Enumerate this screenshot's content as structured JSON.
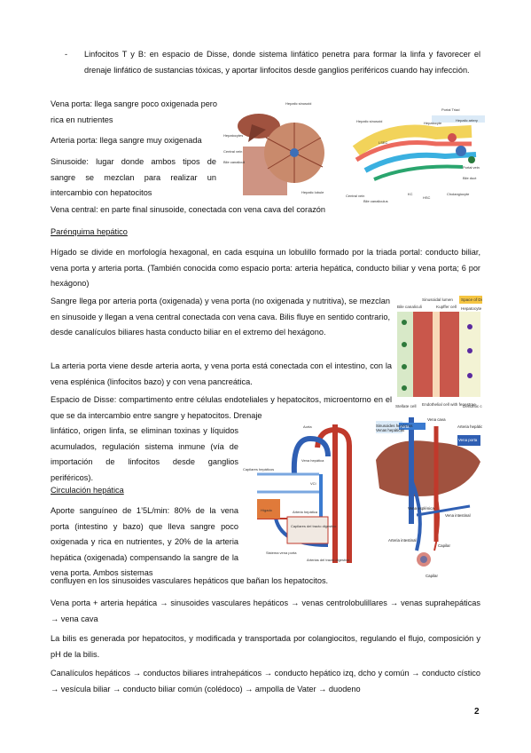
{
  "bullet_marker": "-",
  "bullet_text": "Linfocitos T y B: en espacio de Disse, donde sistema linfático penetra para formar la linfa y favorecer el drenaje linfático de sustancias tóxicas, y aportar linfocitos desde ganglios periféricos cuando hay infección.",
  "vena_porta": "Vena porta: llega sangre poco oxigenada pero rica en nutrientes",
  "arteria_porta": "Arteria porta: llega sangre muy oxigenada",
  "sinusoide": "Sinusoide: lugar donde ambos tipos de sangre se mezclan para realizar un intercambio con hepatocitos",
  "vena_central": "Vena central: en parte final sinusoide, conectada con vena cava del corazón",
  "heading_parenquima": "Parénquima hepático",
  "parenquima_text": "Hígado se divide en morfología hexagonal, en cada esquina un lobulillo formado por la triada portal: conducto biliar, vena porta y arteria porta. (También conocida como espacio porta: arteria hepática, conducto biliar y vena porta; 6 por hexágono)",
  "sangre_text": "Sangre llega por arteria porta (oxigenada) y vena porta (no oxigenada y nutritiva), se mezclan en sinusoide y llegan a vena central conectada con vena cava. Bilis fluye en sentido contrario, desde canalículos biliares hasta conducto biliar en el extremo del hexágono.",
  "arteria_text": "La arteria porta viene desde arteria aorta, y vena porta está conectada con el intestino, con la vena esplénica (linfocitos bazo) y con vena pancreática.",
  "disse_text_1": "Espacio de Disse: compartimento entre células endoteliales y hepatocitos, microentorno en el que se da intercambio entre sangre y hepatocitos. Drenaje",
  "disse_text_2": "linfático, origen linfa, se eliminan toxinas y líquidos acumulados, regulación sistema inmune (vía de importación de linfocitos desde ganglios periféricos).",
  "heading_circulacion": "Circulación hepática",
  "circulacion_text_1": "Aporte sanguíneo de 1’5L/min: 80% de la vena porta (intestino y bazo) que lleva sangre poco oxigenada y rica en nutrientes, y 20% de la arteria hepática (oxigenada) compensando la sangre de la vena porta. Ambos sistemas",
  "circulacion_text_2": "confluyen en los sinusoides vasculares hepáticos que bañan los hepatocitos.",
  "flow_1": "Vena porta + arteria hepática → sinusoides vasculares hepáticos → venas centrolobulillares → venas suprahepáticas → vena cava",
  "bilis_text": "La bilis es generada por hepatocitos, y modificada y transportada por colangiocitos, regulando el flujo, composición y pH de la bilis.",
  "flow_2": "Canalículos hepáticos → conductos biliares intrahepáticos → conducto hepático izq, dcho y común → conducto cístico → vesícula biliar → conducto biliar común (colédoco) → ampolla de Vater → duodeno",
  "page_number": "2",
  "fig1": {
    "labels": [
      "Hepatic sinusoid",
      "Hepatocytes",
      "Central vein",
      "Bile canaliculi",
      "Hepatic lobule",
      "Hepatic sinusoid",
      "Hepatocyte",
      "Portal Triad",
      "LSEC",
      "Hepatic artery",
      "Portal vein",
      "Bile duct",
      "Central vein",
      "Bile canaliculus",
      "KC",
      "HSC",
      "Cholangiocyte"
    ]
  },
  "fig2": {
    "labels": [
      "Sinusoidal lumen",
      "Space of Disse",
      "Bile canaliculi",
      "Kupffer cell",
      "Hepatocyte",
      "Stellate cell",
      "Endothelial cell with fenestrae",
      "Dendritic cell"
    ]
  },
  "fig3": {
    "labels": [
      "Aorta",
      "Vena hepática",
      "VCI",
      "Capilares hepáticos",
      "Hígado",
      "Arteria hepática",
      "Capilares del tracto digestivo",
      "Sistema vena porta",
      "Arterias del tracto digestivo"
    ]
  },
  "fig4": {
    "labels": [
      "Vena cava",
      "Sinusoides hepáticos",
      "Venas hepáticas",
      "Aorta",
      "Arteria hepática",
      "Vena porta",
      "Vena esplénica",
      "Vena intestinal",
      "Arteria intestinal",
      "Capilar"
    ]
  },
  "colors": {
    "blue": "#2f5fb3",
    "red": "#c0392b",
    "cyan": "#3ab0e0",
    "yellow": "#f2d35a",
    "liver": "#a0523f"
  }
}
